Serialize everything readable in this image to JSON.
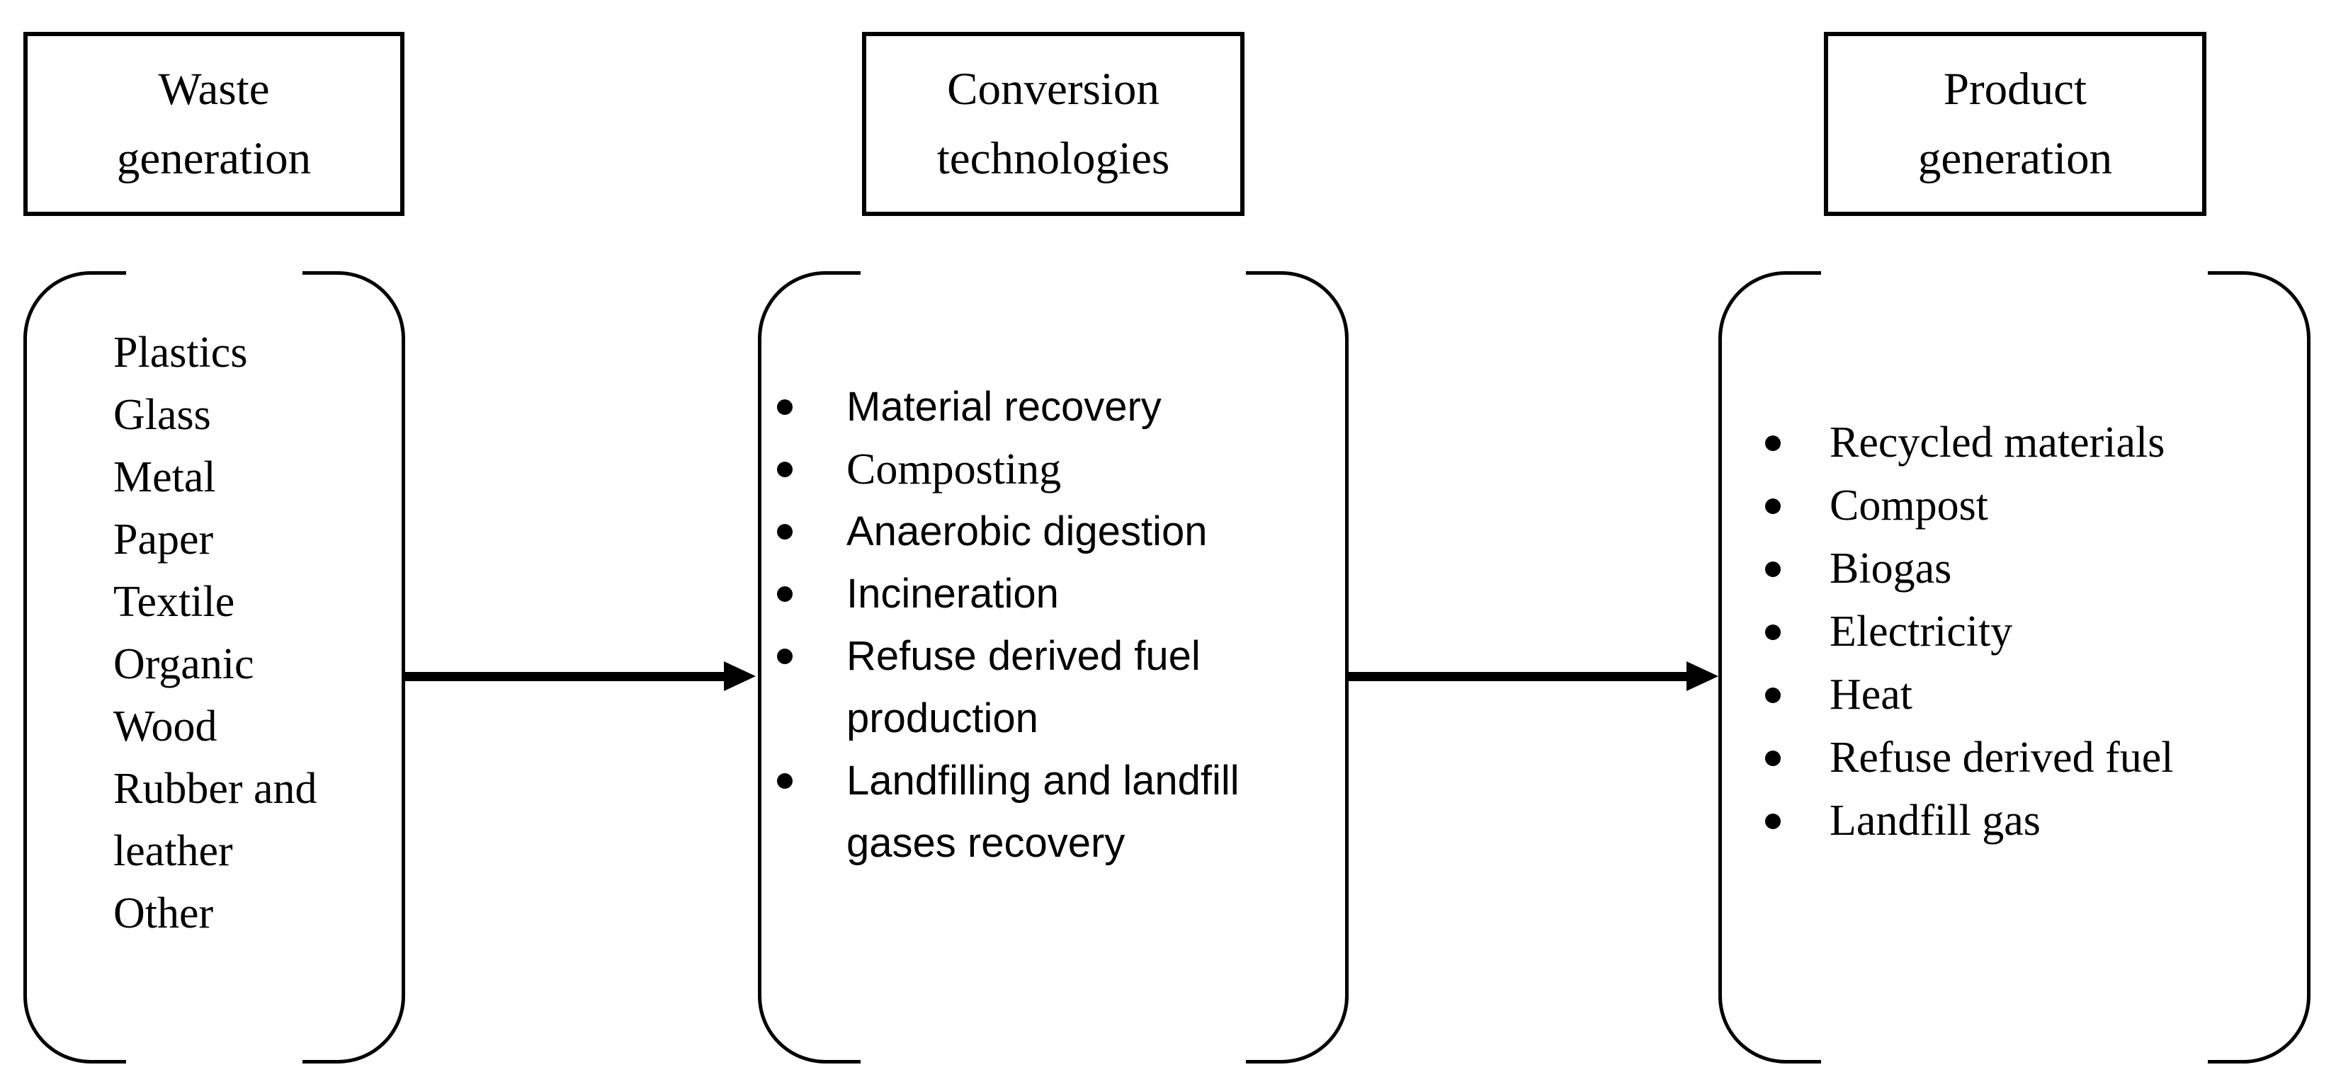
{
  "page": {
    "background_color": "#ffffff",
    "ink_color": "#000000"
  },
  "columns": {
    "waste": {
      "header": "Waste\ngeneration",
      "items": [
        "Plastics",
        "Glass",
        "Metal",
        "Paper",
        "Textile",
        "Organic",
        "Wood",
        "Rubber and\nleather",
        "Other"
      ]
    },
    "conversion": {
      "header": "Conversion\ntechnologies",
      "items": [
        "Material recovery",
        "Composting",
        "Anaerobic digestion",
        "Incineration",
        "Refuse derived fuel\nproduction",
        "Landfilling and landfill\ngases recovery"
      ]
    },
    "product": {
      "header": "Product\ngeneration",
      "items": [
        "Recycled materials",
        "Compost",
        "Biogas",
        "Electricity",
        "Heat",
        "Refuse derived fuel",
        "Landfill gas"
      ]
    }
  },
  "arrows": [
    {
      "from": "waste-generation",
      "to": "conversion-technologies"
    },
    {
      "from": "conversion-technologies",
      "to": "product-generation"
    }
  ]
}
